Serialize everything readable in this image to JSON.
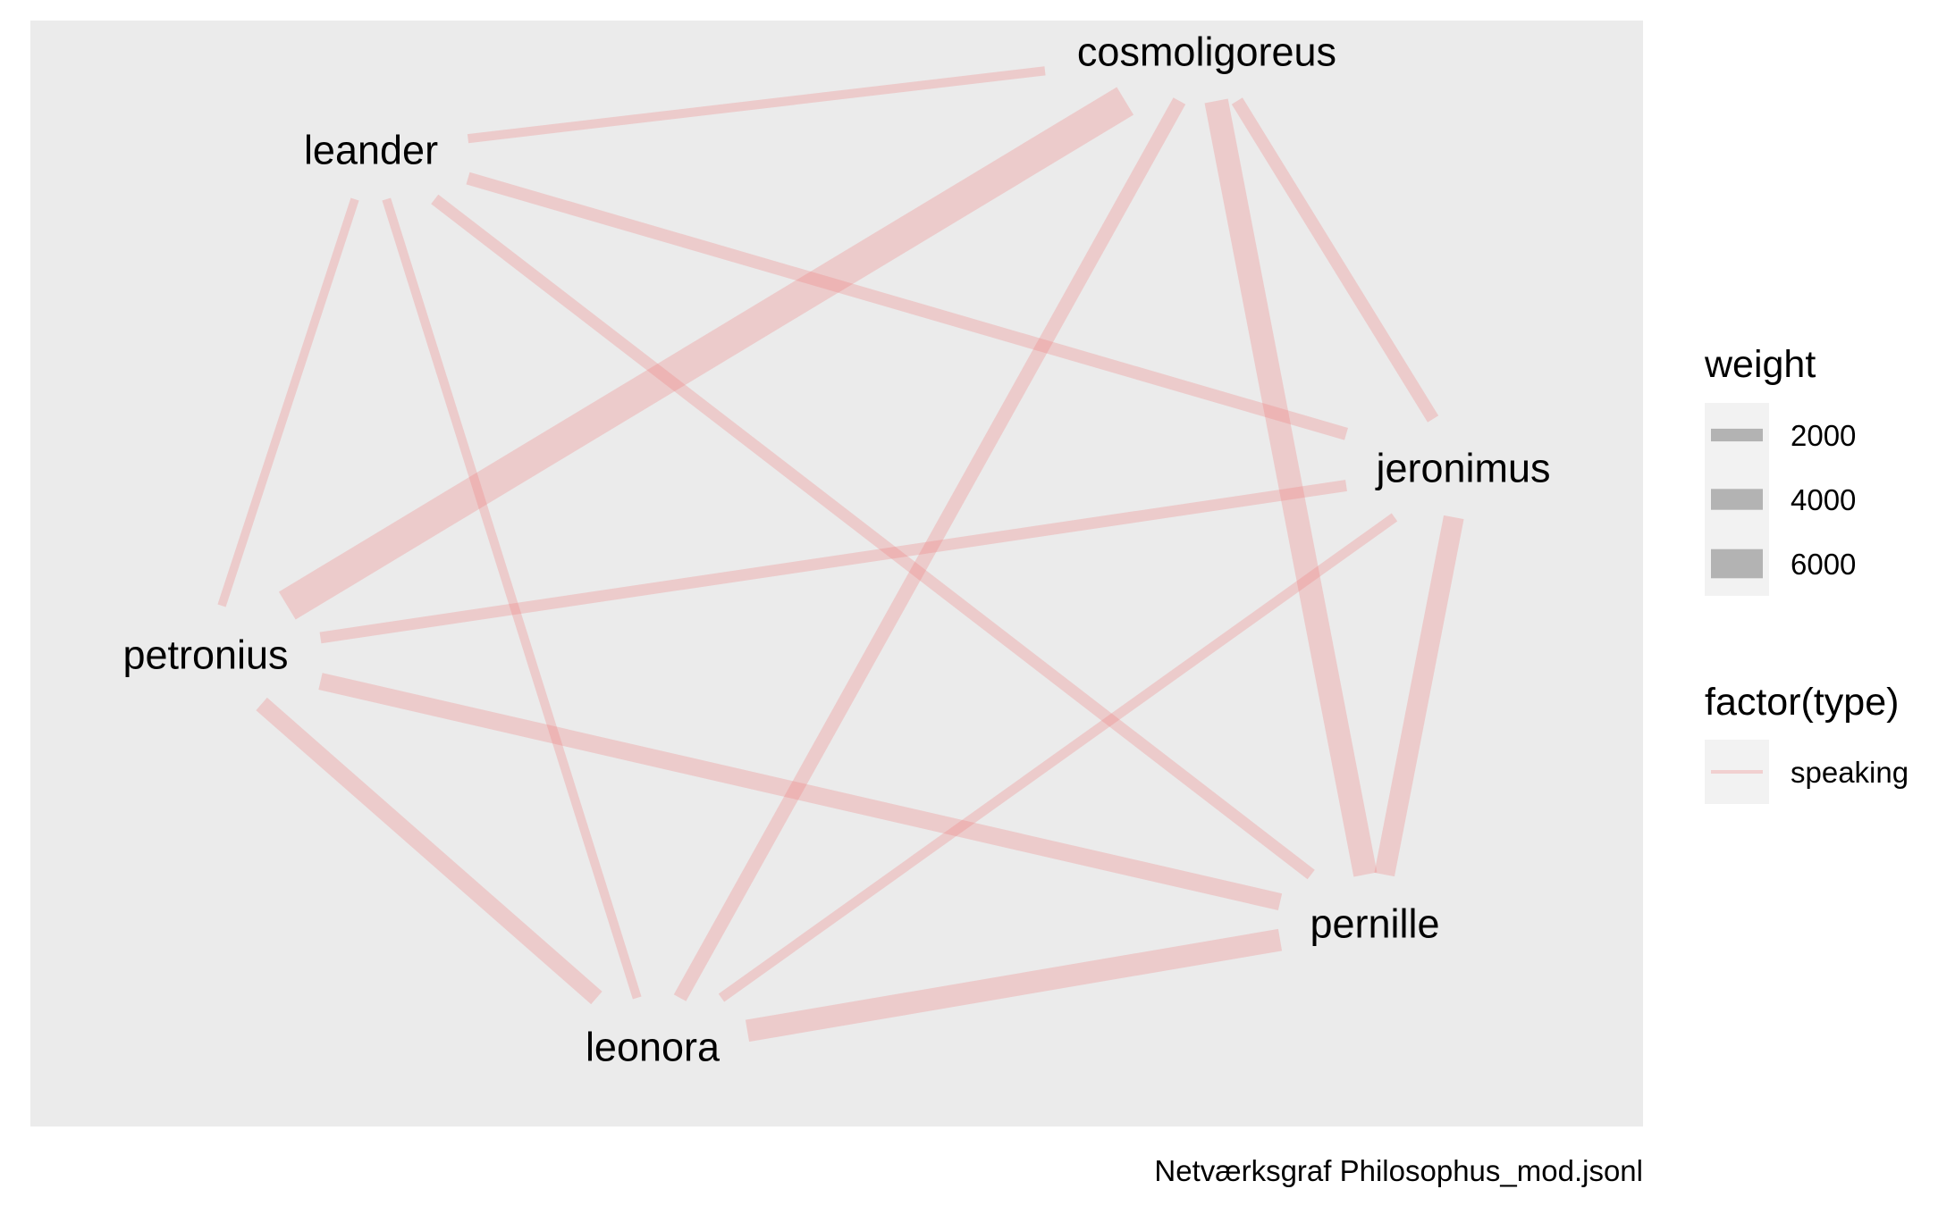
{
  "chart_data": {
    "type": "network",
    "caption": "Netværksgraf Philosophus_mod.jsonl",
    "panel_background": "#EBEBEB",
    "edge_color": "#F08080",
    "nodes": [
      "cosmoligoreus",
      "leander",
      "jeronimus",
      "petronius",
      "pernille",
      "leonora"
    ],
    "edges": [
      {
        "source": "cosmoligoreus",
        "target": "petronius",
        "type": "speaking",
        "weight": 6800
      },
      {
        "source": "cosmoligoreus",
        "target": "pernille",
        "type": "speaking",
        "weight": 4700
      },
      {
        "source": "jeronimus",
        "target": "pernille",
        "type": "speaking",
        "weight": 3900
      },
      {
        "source": "pernille",
        "target": "leonora",
        "type": "speaking",
        "weight": 4300
      },
      {
        "source": "petronius",
        "target": "pernille",
        "type": "speaking",
        "weight": 3100
      },
      {
        "source": "petronius",
        "target": "leonora",
        "type": "speaking",
        "weight": 3000
      },
      {
        "source": "cosmoligoreus",
        "target": "leonora",
        "type": "speaking",
        "weight": 2300
      },
      {
        "source": "cosmoligoreus",
        "target": "jeronimus",
        "type": "speaking",
        "weight": 2000
      },
      {
        "source": "leander",
        "target": "pernille",
        "type": "speaking",
        "weight": 1800
      },
      {
        "source": "leander",
        "target": "jeronimus",
        "type": "speaking",
        "weight": 2000
      },
      {
        "source": "petronius",
        "target": "jeronimus",
        "type": "speaking",
        "weight": 1700
      },
      {
        "source": "jeronimus",
        "target": "leonora",
        "type": "speaking",
        "weight": 1300
      },
      {
        "source": "leander",
        "target": "leonora",
        "type": "speaking",
        "weight": 1100
      },
      {
        "source": "leander",
        "target": "petronius",
        "type": "speaking",
        "weight": 1000
      },
      {
        "source": "leander",
        "target": "cosmoligoreus",
        "type": "speaking",
        "weight": 1100
      }
    ],
    "legend": {
      "weight": {
        "title": "weight",
        "entries": [
          {
            "label": "2000",
            "value": 2000
          },
          {
            "label": "4000",
            "value": 4000
          },
          {
            "label": "6000",
            "value": 6000
          }
        ]
      },
      "type": {
        "title": "factor(type)",
        "entries": [
          {
            "label": "speaking"
          }
        ]
      }
    }
  }
}
